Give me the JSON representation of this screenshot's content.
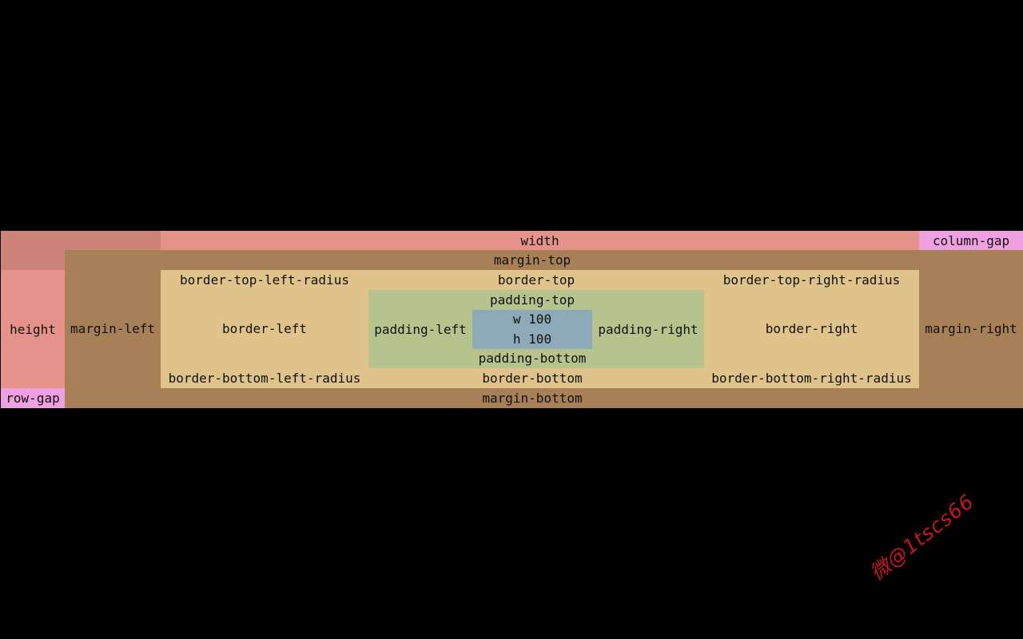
{
  "colors": {
    "background": "#000000",
    "width_bar": "#e5938a",
    "height_bar": "#e5938a",
    "corner": "#cd8478",
    "gap": "#eea0e0",
    "margin": "#a88058",
    "border": "#dfc38b",
    "padding": "#b7c38c",
    "content": "#8eaab8"
  },
  "labels": {
    "width": "width",
    "height": "height",
    "column_gap": "column-gap",
    "row_gap": "row-gap",
    "margin_top": "margin-top",
    "margin_left": "margin-left",
    "margin_right": "margin-right",
    "margin_bottom": "margin-bottom",
    "border_top_left_radius": "border-top-left-radius",
    "border_top": "border-top",
    "border_top_right_radius": "border-top-right-radius",
    "border_left": "border-left",
    "border_right": "border-right",
    "border_bottom_left_radius": "border-bottom-left-radius",
    "border_bottom": "border-bottom",
    "border_bottom_right_radius": "border-bottom-right-radius",
    "padding_top": "padding-top",
    "padding_left": "padding-left",
    "padding_right": "padding-right",
    "padding_bottom": "padding-bottom",
    "content_width": "w 100",
    "content_height": "h 100"
  },
  "watermark": "微@1tscs66"
}
